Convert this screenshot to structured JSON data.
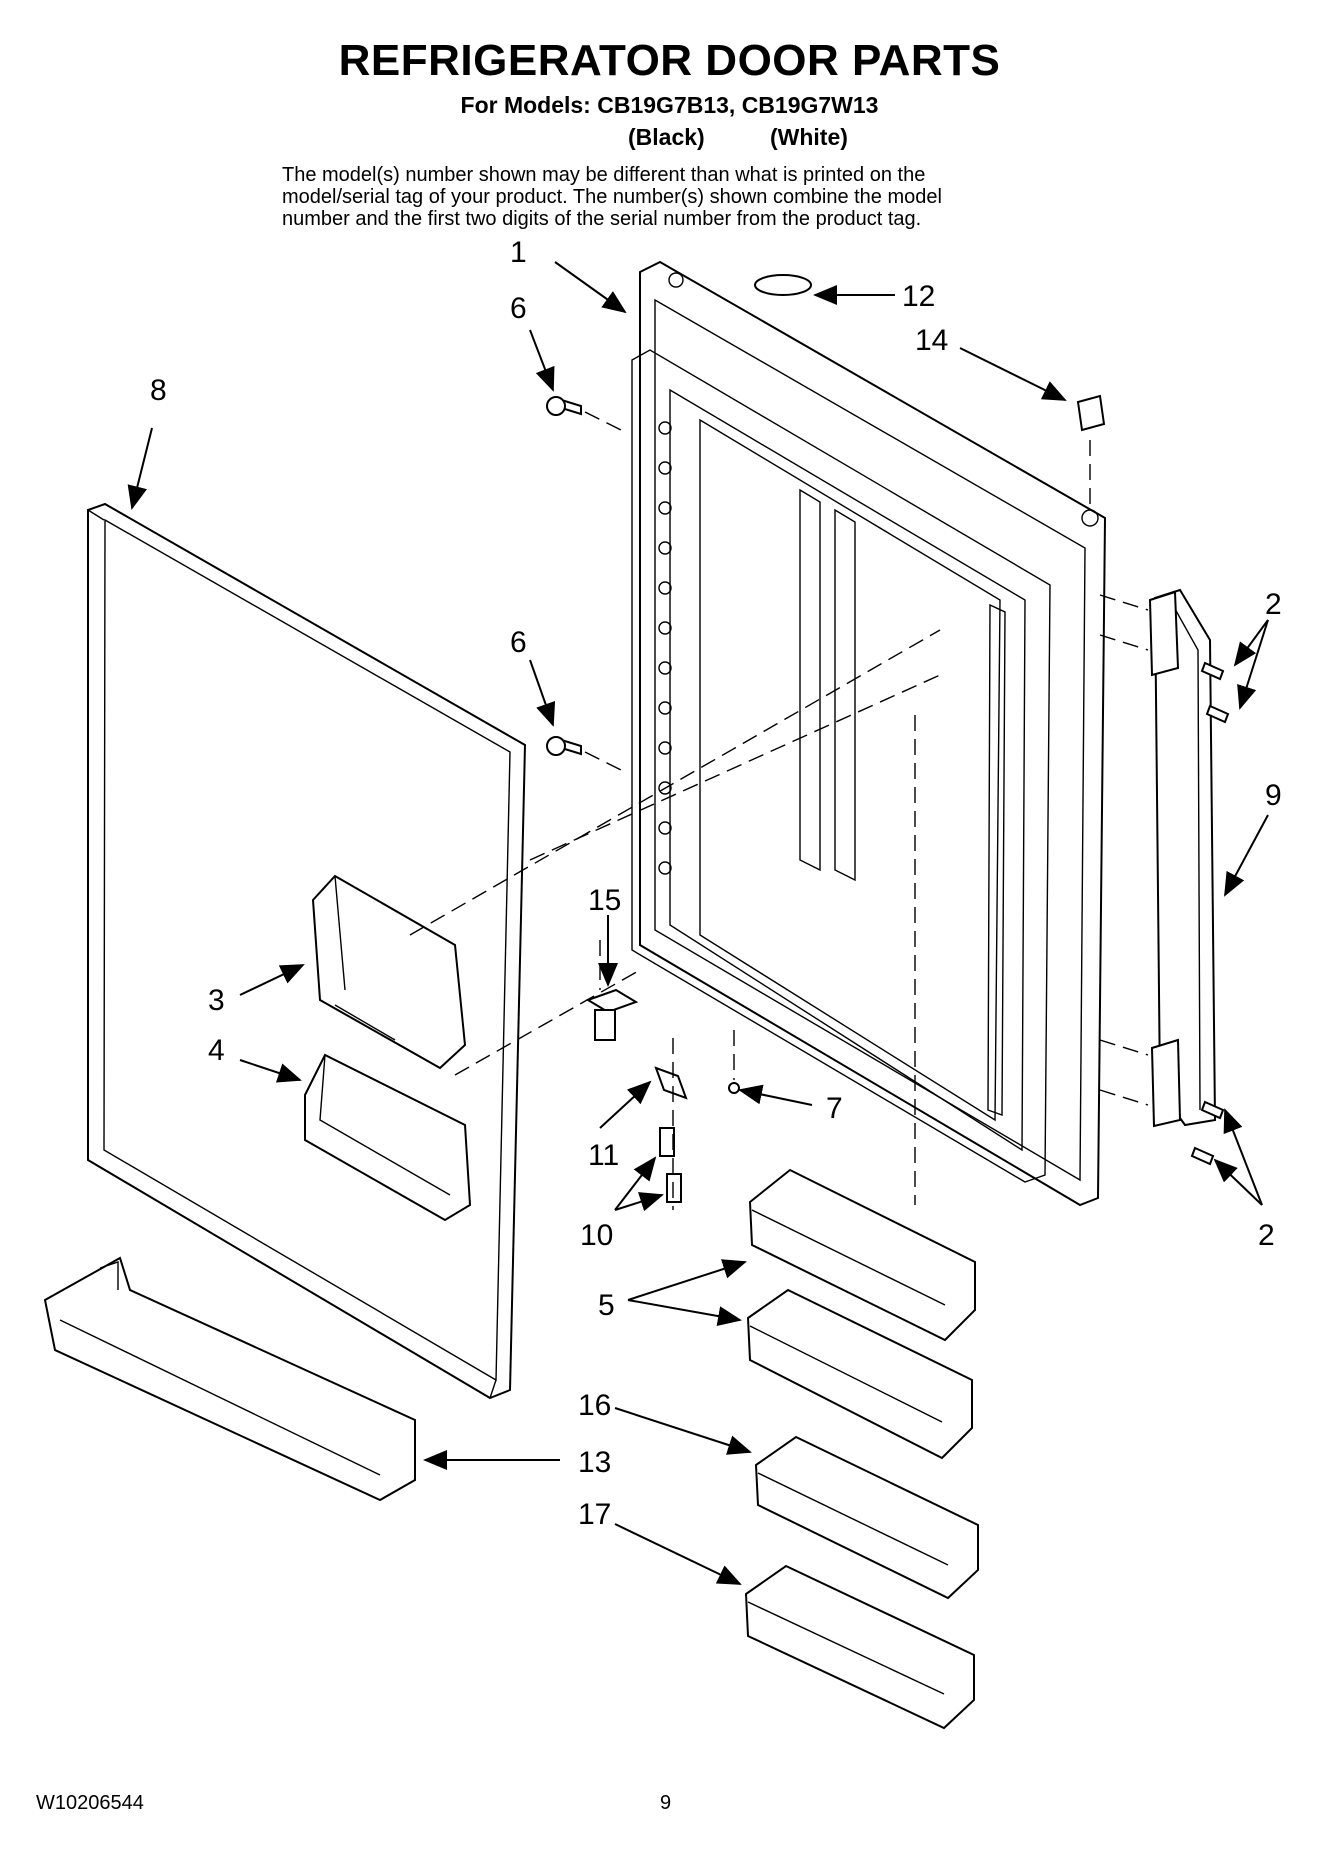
{
  "header": {
    "title": "REFRIGERATOR DOOR PARTS",
    "models": "For Models: CB19G7B13, CB19G7W13",
    "color_black": "(Black)",
    "color_white": "(White)",
    "disclaimer": [
      "The model(s) number shown may be different than what is printed on the",
      "model/serial tag of your product. The number(s) shown combine the model",
      "number and the first two digits of the serial number from the product tag."
    ]
  },
  "callouts": {
    "c1": "1",
    "c2a": "2",
    "c2b": "2",
    "c3": "3",
    "c4": "4",
    "c5": "5",
    "c6a": "6",
    "c6b": "6",
    "c7": "7",
    "c8": "8",
    "c9": "9",
    "c10": "10",
    "c11": "11",
    "c12": "12",
    "c13": "13",
    "c14": "14",
    "c15": "15",
    "c16": "16",
    "c17": "17"
  },
  "footer": {
    "doc_code": "W10206544",
    "page": "9"
  }
}
